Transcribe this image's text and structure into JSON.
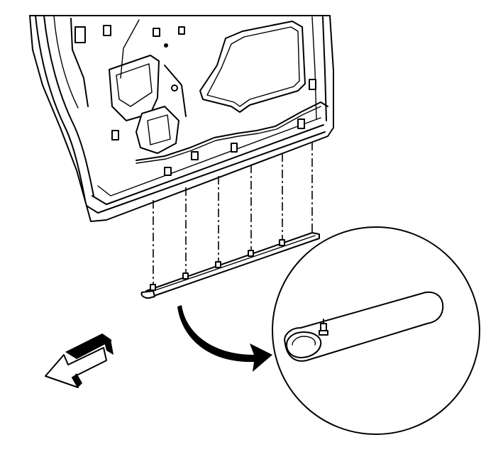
{
  "figure": {
    "type": "technical-service-illustration",
    "subject": "door-panel-lower-trim-molding",
    "colors": {
      "line": "#000000",
      "background": "#ffffff"
    },
    "fastener_count": 5,
    "icons": {
      "direction_arrow": "front-of-vehicle-arrow-icon",
      "callout_arrow": "curved-callout-arrow-icon"
    }
  }
}
